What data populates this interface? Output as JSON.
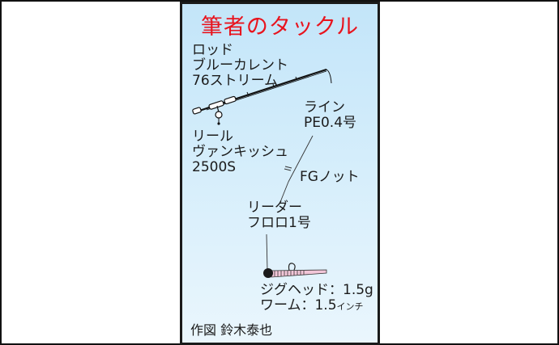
{
  "title": "筆者のタックル",
  "colors": {
    "title": "#e8141e",
    "panel_top": "#c3e5f9",
    "panel_bottom": "#eaf6fd",
    "border": "#1a1a1a",
    "worm": "#f2c6d8"
  },
  "rod": {
    "heading": "ロッド",
    "name_line1": "ブルーカレント",
    "name_line2": "76ストリーム"
  },
  "reel": {
    "heading": "リール",
    "name_line1": "ヴァンキッシュ",
    "name_line2": "2500S"
  },
  "line": {
    "heading": "ライン",
    "spec": "PE0.4号"
  },
  "knot": {
    "label": "FGノット"
  },
  "leader": {
    "heading": "リーダー",
    "spec": "フロロ1号"
  },
  "rig": {
    "jighead": "ジグヘッド：1.5g",
    "worm_prefix": "ワーム：1.5",
    "worm_unit": "インチ"
  },
  "credit": "作図 鈴木泰也"
}
